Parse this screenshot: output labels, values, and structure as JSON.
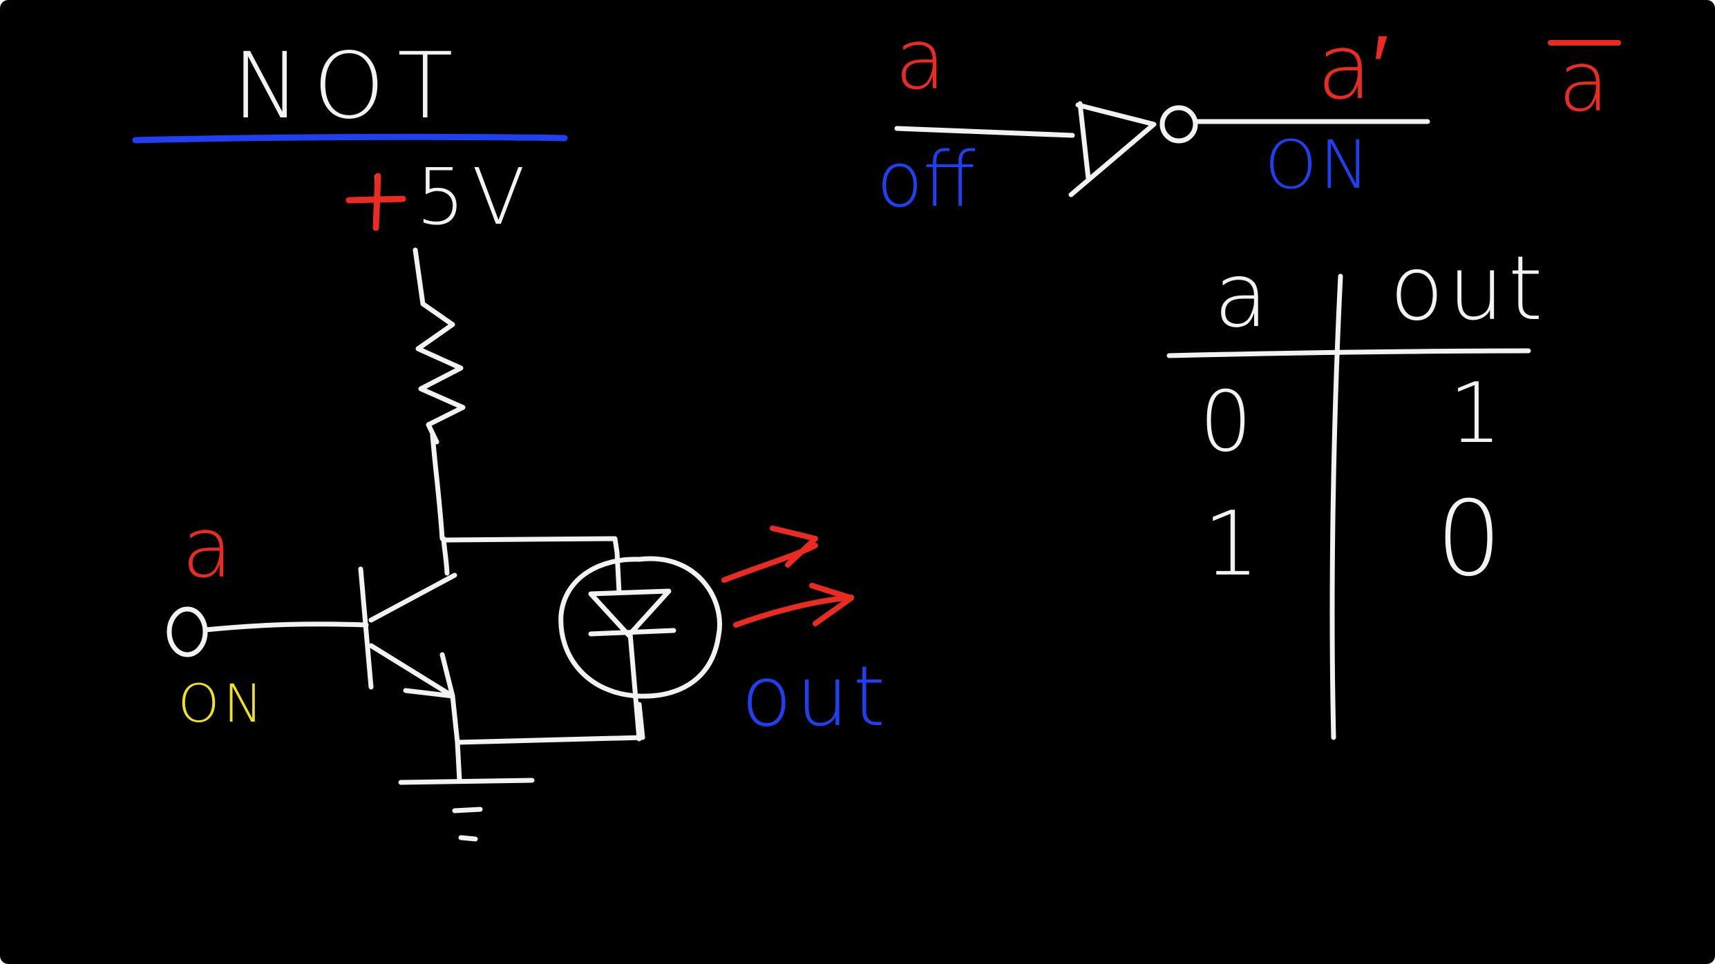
{
  "title": "NOT",
  "colors": {
    "background": "#000000",
    "chalk": "#f2f2f2",
    "red": "#ea2b22",
    "blue": "#1f3ff0",
    "yellow": "#f2e21c"
  },
  "circuit": {
    "supply_label": "+5V",
    "input_label": "a",
    "input_state": "ON",
    "output_label": "out"
  },
  "gate": {
    "input_label": "a",
    "input_state": "off",
    "output_label": "a′",
    "output_state": "ON",
    "bar_notation": "a"
  },
  "truth_table": {
    "headers": [
      "a",
      "out"
    ],
    "rows": [
      [
        "0",
        "1"
      ],
      [
        "1",
        "0"
      ]
    ]
  },
  "icons": [
    "resistor-icon",
    "npn-transistor-icon",
    "led-icon",
    "ground-icon",
    "not-gate-icon",
    "input-terminal-icon",
    "light-rays-icon"
  ]
}
